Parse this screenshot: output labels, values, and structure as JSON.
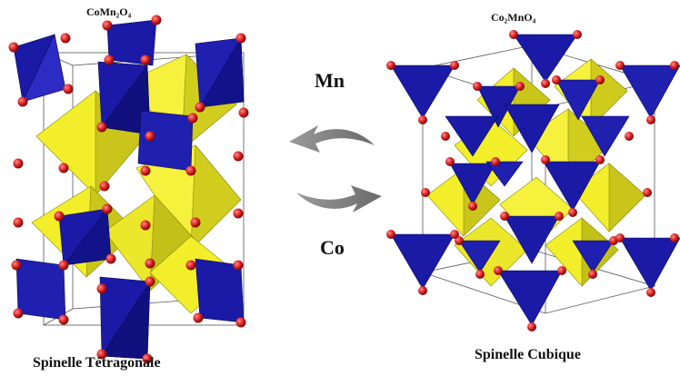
{
  "left_structure": {
    "formula": "CoMn₂O₄",
    "caption": "Spinelle Tétragonale"
  },
  "right_structure": {
    "formula": "Co₂MnO₄",
    "caption": "Spinelle Cubique"
  },
  "arrows": {
    "top_label": "Mn",
    "bottom_label": "Co"
  },
  "colors": {
    "tetrahedron": "#1a1aa6",
    "octahedron": "#f2ee2a",
    "oxygen": "#d81e1e",
    "arrow": "#7a7a7a"
  }
}
